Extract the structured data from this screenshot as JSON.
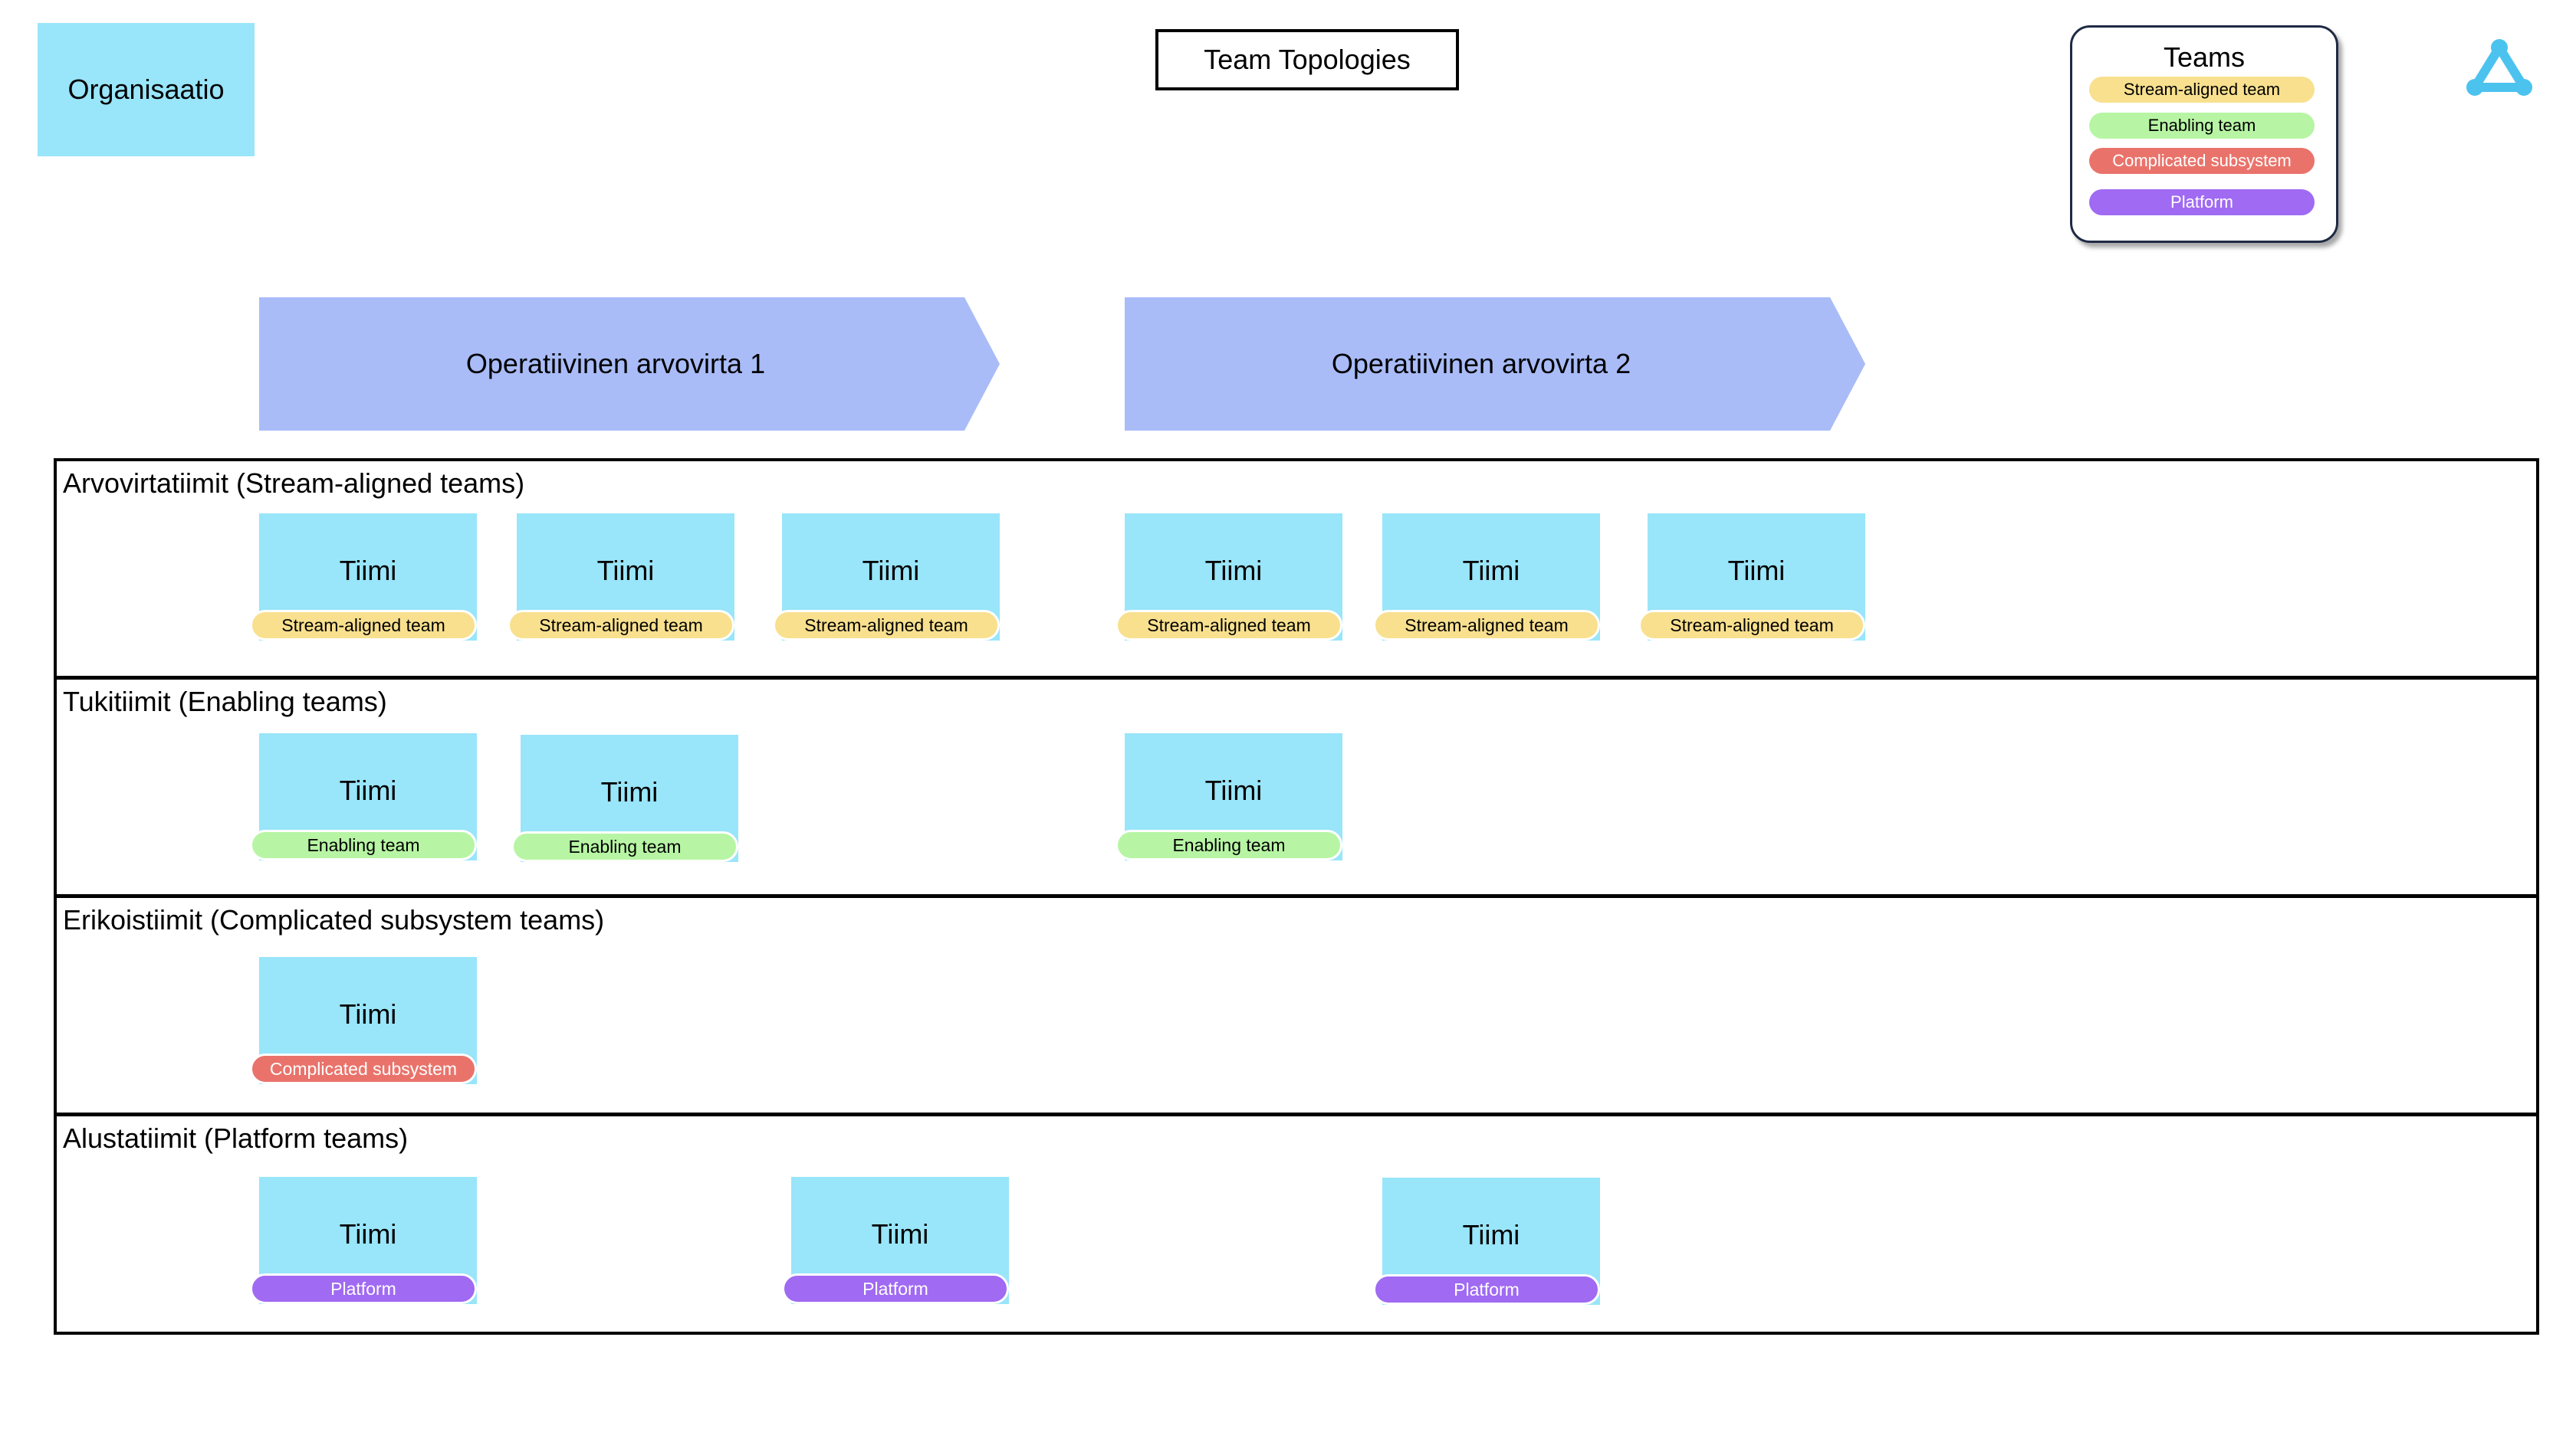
{
  "organisation": {
    "label": "Organisaatio"
  },
  "title": "Team Topologies",
  "legend": {
    "title": "Teams",
    "items": [
      {
        "label": "Stream-aligned team",
        "type": "stream"
      },
      {
        "label": "Enabling team",
        "type": "enabling"
      },
      {
        "label": "Complicated subsystem",
        "type": "complicated"
      },
      {
        "label": "Platform",
        "type": "platform"
      }
    ]
  },
  "colors": {
    "sticky": "#99e5fa",
    "stream_arrow": "#a9bcf8",
    "stream": "#f8e08e",
    "enabling": "#b7f5a4",
    "complicated": "#e9736b",
    "platform": "#a06af2",
    "logo": "#4cc3ef"
  },
  "logo_icon": "triangle-network-icon",
  "value_streams": [
    {
      "label": "Operatiivinen arvovirta 1"
    },
    {
      "label": "Operatiivinen arvovirta 2"
    }
  ],
  "rows": [
    {
      "title": "Arvovirtatiimit (Stream-aligned teams)",
      "teams": [
        {
          "name": "Tiimi",
          "tag": "Stream-aligned team",
          "type": "stream"
        },
        {
          "name": "Tiimi",
          "tag": "Stream-aligned team",
          "type": "stream"
        },
        {
          "name": "Tiimi",
          "tag": "Stream-aligned team",
          "type": "stream"
        },
        {
          "name": "Tiimi",
          "tag": "Stream-aligned team",
          "type": "stream"
        },
        {
          "name": "Tiimi",
          "tag": "Stream-aligned team",
          "type": "stream"
        },
        {
          "name": "Tiimi",
          "tag": "Stream-aligned team",
          "type": "stream"
        }
      ]
    },
    {
      "title": "Tukitiimit (Enabling teams)",
      "teams": [
        {
          "name": "Tiimi",
          "tag": "Enabling team",
          "type": "enabling"
        },
        {
          "name": "Tiimi",
          "tag": "Enabling team",
          "type": "enabling"
        },
        {
          "name": "Tiimi",
          "tag": "Enabling team",
          "type": "enabling"
        }
      ]
    },
    {
      "title": "Erikoistiimit (Complicated subsystem teams)",
      "teams": [
        {
          "name": "Tiimi",
          "tag": "Complicated subsystem",
          "type": "complicated"
        }
      ]
    },
    {
      "title": "Alustatiimit (Platform teams)",
      "teams": [
        {
          "name": "Tiimi",
          "tag": "Platform",
          "type": "platform"
        },
        {
          "name": "Tiimi",
          "tag": "Platform",
          "type": "platform"
        },
        {
          "name": "Tiimi",
          "tag": "Platform",
          "type": "platform"
        }
      ]
    }
  ]
}
